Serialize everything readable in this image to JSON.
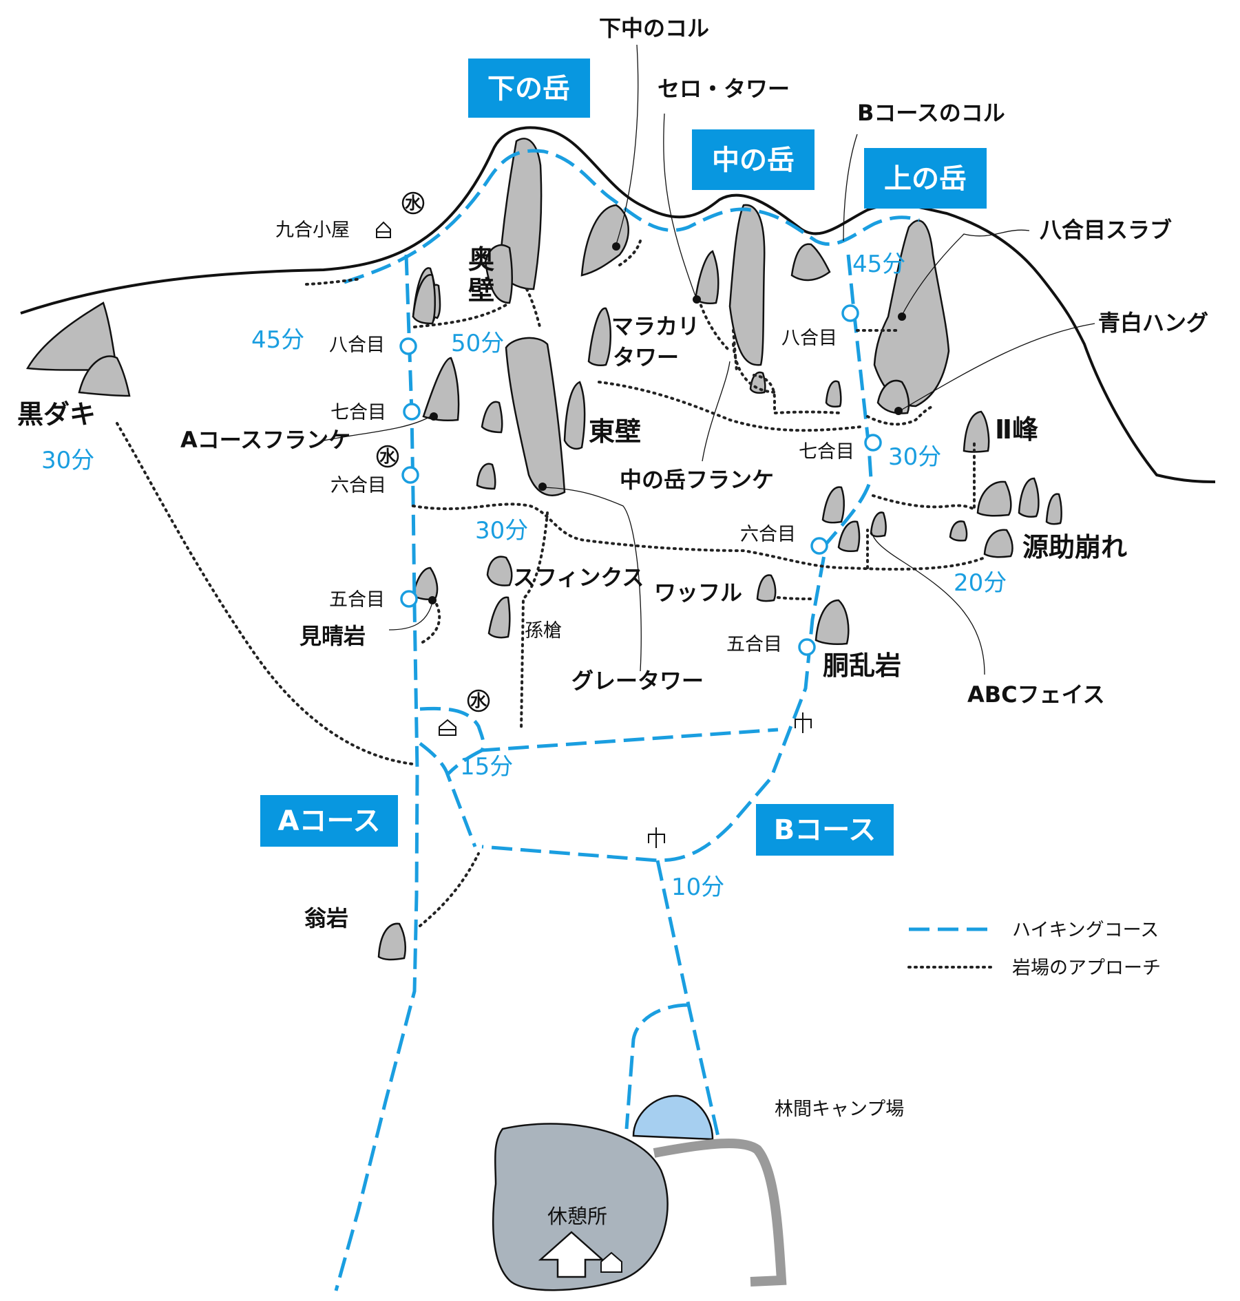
{
  "peaks": {
    "shimo": "下の岳",
    "naka": "中の岳",
    "kami": "上の岳"
  },
  "courses": {
    "a": "Aコース",
    "b": "Bコース"
  },
  "rocks": {
    "kurodaki": "黒ダキ",
    "okukabe": "奥壁",
    "higashikabe": "東壁",
    "marakari": "マラカリ",
    "marakari2": "タワー",
    "sphinx": "スフィンクス",
    "magoyari": "孫槍",
    "greytower": "グレータワー",
    "waffle": "ワッフル",
    "dourangan": "胴乱岩",
    "minoruiwa": "見晴岩",
    "okinaiwa": "翁岩",
    "ii_mine": "Ⅱ峰",
    "gensuke": "源助崩れ",
    "abc_face": "ABCフェイス",
    "shimonaka_col": "下中のコル",
    "cerro_tower": "セロ・タワー",
    "b_col": "Bコースのコル",
    "hachigome_slab": "八合目スラブ",
    "aoshiro_hang": "青白ハング",
    "a_flanke": "Aコースフランケ",
    "naka_flanke": "中の岳フランケ"
  },
  "stations": {
    "kugo_hut": "九合小屋",
    "a8": "八合目",
    "a7": "七合目",
    "a6": "六合目",
    "a5": "五合目",
    "b8": "八合目",
    "b7": "七合目",
    "b6": "六合目",
    "b5": "五合目"
  },
  "times": {
    "t45a": "45分",
    "t50": "50分",
    "t30k": "30分",
    "t30m": "30分",
    "t45b": "45分",
    "t30b": "30分",
    "t20": "20分",
    "t15": "15分",
    "t10": "10分"
  },
  "facilities": {
    "camp": "林間キャンプ場",
    "rest": "休憩所"
  },
  "icons": {
    "water": "水",
    "hut": "hut-icon",
    "shelter": "shelter-icon"
  },
  "legend": {
    "hiking": "ハイキングコース",
    "approach": "岩場のアプローチ"
  },
  "colors": {
    "route": "#1a9ee0",
    "peak_label": "#0897e0",
    "rock": "#bcbcbc",
    "pond": "#a6cff0",
    "rest_area": "#aab4bd",
    "road": "#9a9a9a"
  }
}
